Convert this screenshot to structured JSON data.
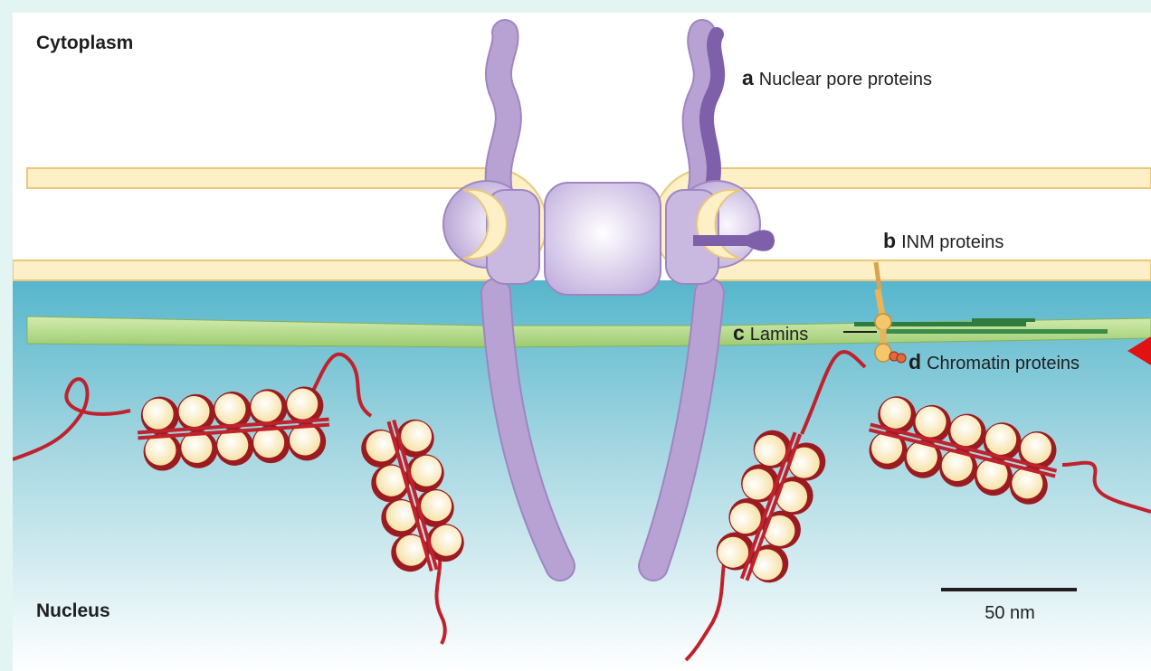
{
  "regions": {
    "top": "Cytoplasm",
    "bottom": "Nucleus"
  },
  "labels": {
    "a": {
      "letter": "a",
      "text": "Nuclear pore proteins"
    },
    "b": {
      "letter": "b",
      "text": "INM proteins"
    },
    "c": {
      "letter": "c",
      "text": "Lamins"
    },
    "d": {
      "letter": "d",
      "text": "Chromatin proteins"
    }
  },
  "scale_bar": {
    "text": "50 nm"
  },
  "colors": {
    "membrane_fill": "#fdf0c6",
    "membrane_edge": "#e8c77e",
    "nucleoplasm_top": "#56b6cc",
    "nucleoplasm_bottom": "#ffffff",
    "lamina": "#b5d98c",
    "lamin_filament": "#2f7c3f",
    "pore_protein": "#b7a2d3",
    "pore_protein_dark": "#7d5faa",
    "chromatin_fiber": "#c0222d",
    "nucleosome_core": "#fff2c6",
    "pointer": "#e01212"
  }
}
